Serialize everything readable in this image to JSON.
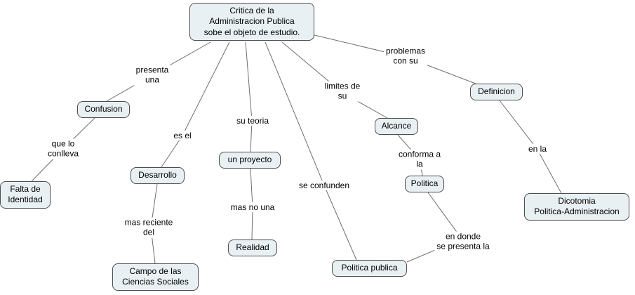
{
  "diagram": {
    "type": "concept-map",
    "nodes": {
      "main": {
        "label": "Critica de la\nAdministracion Publica\nsobe el objeto de estudio."
      },
      "confusion": {
        "label": "Confusion"
      },
      "falta_identidad": {
        "label": "Falta de\nIdentidad"
      },
      "desarrollo": {
        "label": "Desarrollo"
      },
      "campo_ciencias": {
        "label": "Campo de las\nCiencias Sociales"
      },
      "un_proyecto": {
        "label": "un proyecto"
      },
      "realidad": {
        "label": "Realidad"
      },
      "alcance": {
        "label": "Alcance"
      },
      "politica": {
        "label": "Politica"
      },
      "politica_publica": {
        "label": "Politica publica"
      },
      "definicion": {
        "label": "Definicion"
      },
      "dicotomia": {
        "label": "Dicotomia\nPolitica-Administracion"
      }
    },
    "links": {
      "presenta_una": {
        "label": "presenta\nuna"
      },
      "que_lo_conlleva": {
        "label": "que lo\nconlleva"
      },
      "es_el": {
        "label": "es el"
      },
      "mas_reciente_del": {
        "label": "mas reciente\ndel"
      },
      "su_teoria": {
        "label": "su teoria"
      },
      "mas_no_una": {
        "label": "mas no una"
      },
      "se_confunden": {
        "label": "se confunden"
      },
      "limites_de_su": {
        "label": "limites de\nsu"
      },
      "conforma_a_la": {
        "label": "conforma a\nla"
      },
      "en_donde_se_presenta_la": {
        "label": "en donde\nse presenta la"
      },
      "problemas_con_su": {
        "label": "problemas\ncon su"
      },
      "en_la": {
        "label": "en la"
      }
    },
    "edges": [
      {
        "from": "main",
        "to": "confusion",
        "via": "presenta_una"
      },
      {
        "from": "confusion",
        "to": "falta_identidad",
        "via": "que_lo_conlleva"
      },
      {
        "from": "main",
        "to": "desarrollo",
        "via": "es_el"
      },
      {
        "from": "desarrollo",
        "to": "campo_ciencias",
        "via": "mas_reciente_del"
      },
      {
        "from": "main",
        "to": "un_proyecto",
        "via": "su_teoria"
      },
      {
        "from": "un_proyecto",
        "to": "realidad",
        "via": "mas_no_una"
      },
      {
        "from": "main",
        "to": "politica_publica",
        "via": "se_confunden"
      },
      {
        "from": "main",
        "to": "alcance",
        "via": "limites_de_su"
      },
      {
        "from": "alcance",
        "to": "politica",
        "via": "conforma_a_la"
      },
      {
        "from": "politica",
        "to": "politica_publica",
        "via": "en_donde_se_presenta_la"
      },
      {
        "from": "main",
        "to": "definicion",
        "via": "problemas_con_su"
      },
      {
        "from": "definicion",
        "to": "dicotomia",
        "via": "en_la"
      }
    ],
    "colors": {
      "node_fill": "#e9f0f3",
      "node_border": "#4d4d4d",
      "edge_stroke": "#6e6e6e",
      "background": "#ffffff"
    }
  }
}
